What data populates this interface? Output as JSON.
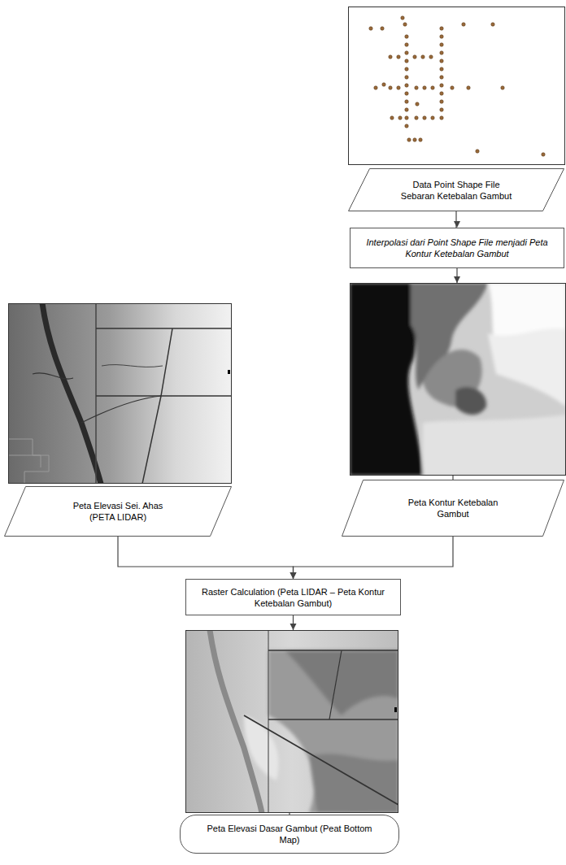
{
  "diagram": {
    "nodes": [
      {
        "text": [
          "Data Point Shape File Sebaran Ketebalan Gambut"
        ]
      },
      {
        "text": [
          "Interpolasi dari Point Shape File menjadi Peta Kontur Ketebalan Gambut"
        ]
      },
      {
        "text": [
          "Peta Elevasi Sei. Ahas (PETA LIDAR)"
        ]
      },
      {
        "text": [
          "Peta Kontur Ketebalan Gambut"
        ]
      },
      {
        "text": [
          "Raster Calculation (Peta LIDAR – Peta Kontur Ketebalan Gambut)"
        ]
      },
      {
        "text": [
          "Peta Elevasi Dasar Gambut (Peat Bottom Map)"
        ]
      }
    ],
    "edges": [
      {
        "from": 0,
        "to": 1,
        "arrow": "to"
      },
      {
        "from": 1,
        "to": 3,
        "arrow": "to"
      },
      {
        "from": 2,
        "to": 4,
        "arrow": "to"
      },
      {
        "from": 3,
        "to": 4,
        "arrow": "to"
      },
      {
        "from": 4,
        "to": 5,
        "arrow": "to"
      }
    ]
  }
}
